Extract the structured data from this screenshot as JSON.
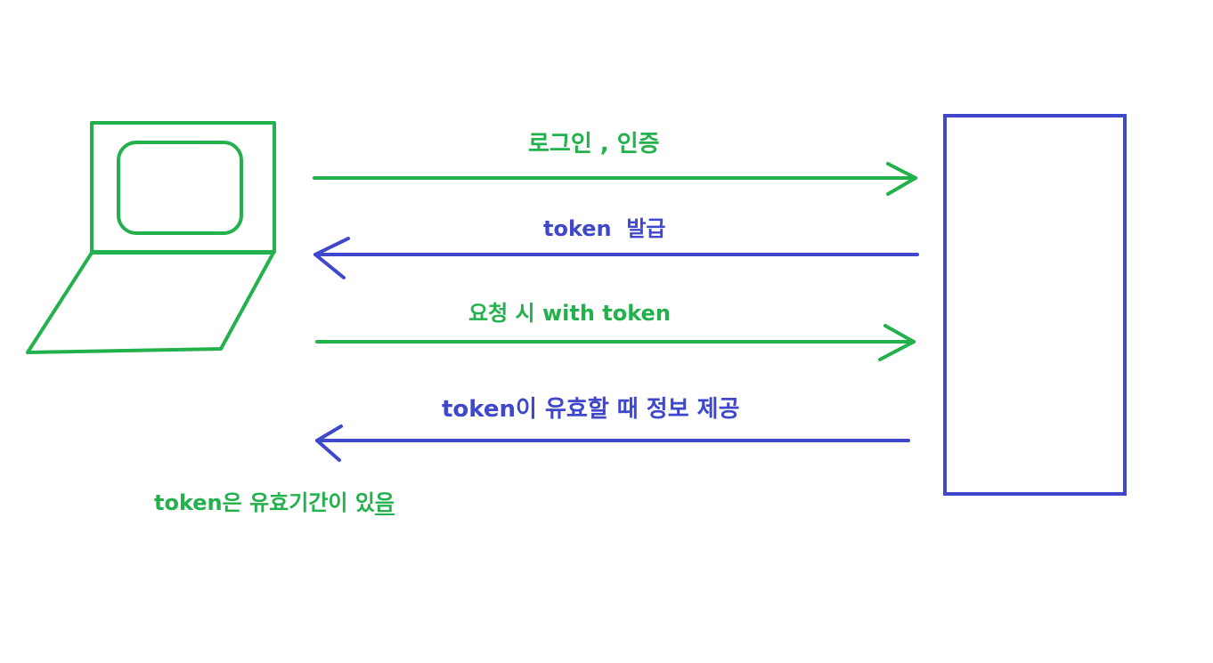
{
  "colors": {
    "client": "#22b14c",
    "server": "#3f48cc"
  },
  "client": {
    "icon": "laptop-icon"
  },
  "server": {
    "icon": "server-box"
  },
  "messages": [
    {
      "text": "로그인 , 인증",
      "direction": "client-to-server",
      "color": "#22b14c"
    },
    {
      "text": "token  발급",
      "direction": "server-to-client",
      "color": "#3f48cc"
    },
    {
      "text": "요청 시 with token",
      "direction": "client-to-server",
      "color": "#22b14c"
    },
    {
      "text": "token이 유효할 때 정보 제공",
      "direction": "server-to-client",
      "color": "#3f48cc"
    }
  ],
  "note": {
    "text_main": "token은 유효기간이 있",
    "text_underlined": "음"
  }
}
